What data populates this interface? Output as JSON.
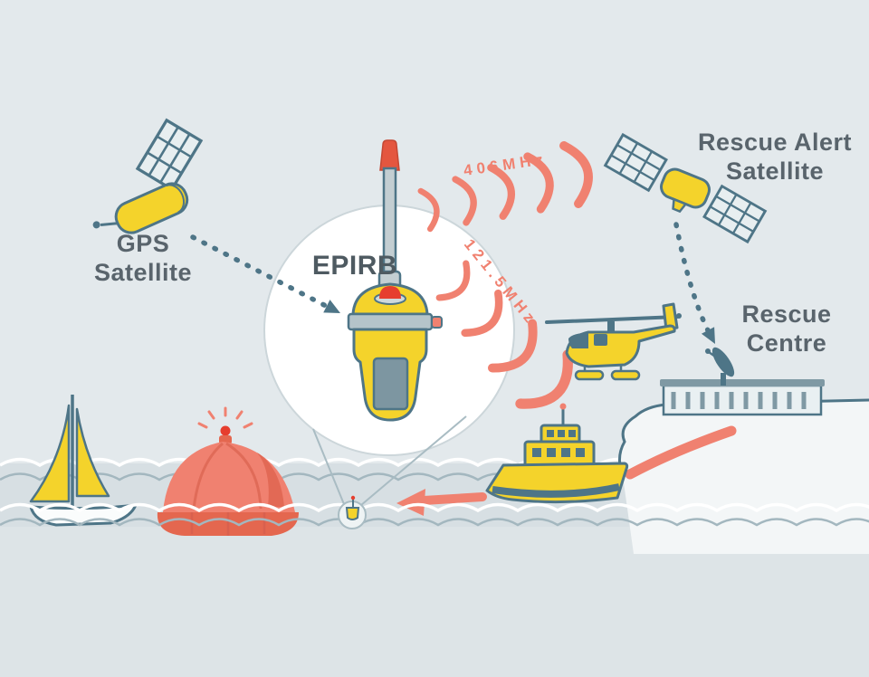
{
  "labels": {
    "gps_satellite": {
      "line1": "GPS",
      "line2": "Satellite"
    },
    "rescue_alert_satellite": {
      "line1": "Rescue Alert",
      "line2": "Satellite"
    },
    "epirb": "EPIRB",
    "freq_primary": "406MHz",
    "freq_secondary": "121.5MHz",
    "rescue_centre": {
      "line1": "Rescue",
      "line2": "Centre"
    }
  },
  "icons": [
    "gps-satellite-icon",
    "rescue-alert-satellite-icon",
    "epirb-device-icon",
    "signal-waves-406",
    "signal-waves-121",
    "helicopter-icon",
    "satellite-dish-icon",
    "rescue-centre-building",
    "lifeboat-icon",
    "sailboat-icon",
    "liferaft-icon",
    "floating-epirb-icon",
    "magnifier-circle",
    "dotted-arrow-gps-to-epirb",
    "dotted-arrow-satellite-to-centre",
    "rescue-direction-arrow"
  ],
  "colors": {
    "background_sky": "#e3e9ec",
    "background_sea": "#d7dfe3",
    "background_sea_lower": "#dde4e7",
    "accent_yellow": "#f4d32b",
    "accent_salmon": "#f08170",
    "salmon_dark": "#e4674f",
    "outline_teal": "#4e7587",
    "text_color": "#59646c",
    "alert_red": "#e63e2e"
  }
}
